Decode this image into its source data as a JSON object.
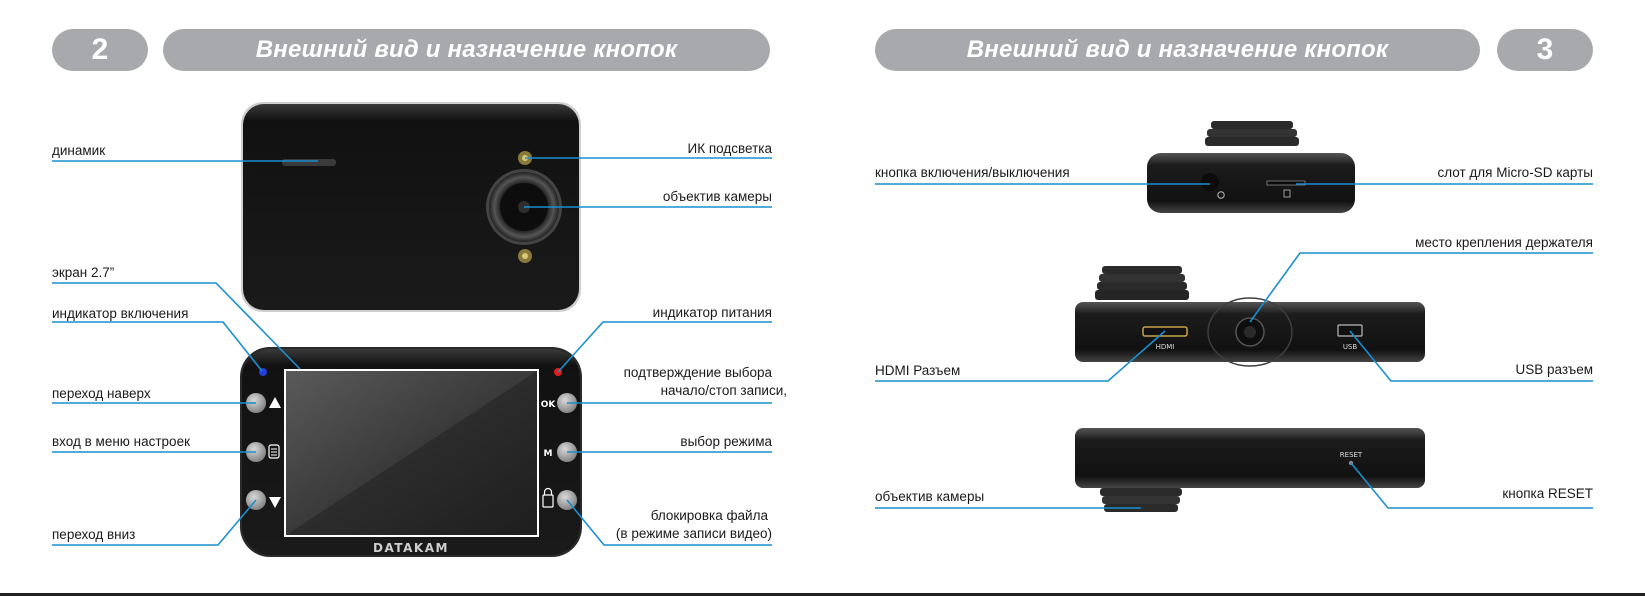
{
  "left_page": {
    "page_number": "2",
    "title": "Внешний вид и назначение кнопок",
    "brand": "DATAKAM",
    "labels": {
      "speaker": "динамик",
      "ir_light": "ИК подсветка",
      "lens": "объектив камеры",
      "screen": "экран 2.7”",
      "power_led": "индикатор включения",
      "charge_led": "индикатор питания",
      "up": "переход наверх",
      "ok_line1": "подтверждение выбора",
      "ok_line2": "начало/стоп записи,",
      "menu": "вход в меню настроек",
      "mode": "выбор режима",
      "down": "переход вниз",
      "lock_line1": "блокировка файла",
      "lock_line2": "(в режиме записи видео)"
    },
    "button_marks": {
      "ok": "OK",
      "mode": "M"
    }
  },
  "right_page": {
    "page_number": "3",
    "title": "Внешний вид и назначение кнопок",
    "labels": {
      "power_button": "кнопка включения/выключения",
      "sd_slot": "слот для Micro-SD карты",
      "mount": "место крепления держателя",
      "hdmi": "HDMI Разъем",
      "usb": "USB разъем",
      "lens": "объектив камеры",
      "reset": "кнопка RESET"
    },
    "port_marks": {
      "hdmi": "HDMI",
      "usb": "USB",
      "reset": "RESET"
    }
  },
  "colors": {
    "accent_line": "#1a8fd0",
    "header_pill": "#a7a9ac",
    "device_body": "#1b1b1b",
    "power_led": "#1f3fd6",
    "charge_led": "#e21b1b"
  }
}
